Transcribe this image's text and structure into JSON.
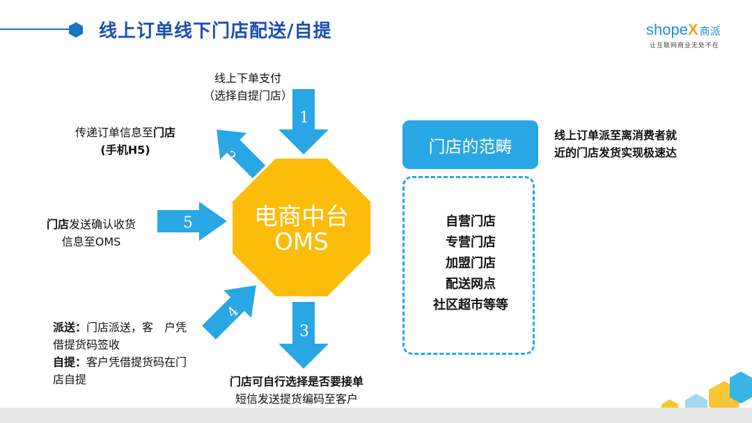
{
  "title": "线上订单线下门店配送/自提",
  "logo": {
    "brand_pre": "shope",
    "brand_x": "X",
    "brand_cn": "商派",
    "slogan": "让互联网商业无处不在"
  },
  "center": {
    "line1": "电商中台",
    "line2": "OMS"
  },
  "steps": {
    "s1": {
      "num": "1",
      "line1": "线上下单支付",
      "line2": "（选择自提门店）"
    },
    "s2": {
      "num": "2",
      "line1_a": "传递订单信息至",
      "line1_b": "门店",
      "line2": "(手机H5)"
    },
    "s3": {
      "num": "3",
      "line1": "门店可自行选择是否要接单",
      "line2": "短信发送提货编码至客户"
    },
    "s4": {
      "num": "4",
      "l1_b": "派送：",
      "l1": "门店派送，客　户凭",
      "l2": "借提货码签收",
      "l3_b": "自提：",
      "l3": "客户凭借提货码在门",
      "l4": "店自提"
    },
    "s5": {
      "num": "5",
      "line1_a": "门店",
      "line1_b": "发送确认收货",
      "line2": "信息至OMS"
    }
  },
  "scope": {
    "title": "门店的范畴",
    "items": [
      "自营门店",
      "专营门店",
      "加盟门店",
      "配送网点",
      "社区超市等等"
    ]
  },
  "note": {
    "line1": "线上订单派至离消费者就",
    "line2": "近的门店发货实现极速达"
  },
  "colors": {
    "arrow": "#29a6e4",
    "octagon": "#fbbd0a",
    "title": "#1a4fb0"
  }
}
